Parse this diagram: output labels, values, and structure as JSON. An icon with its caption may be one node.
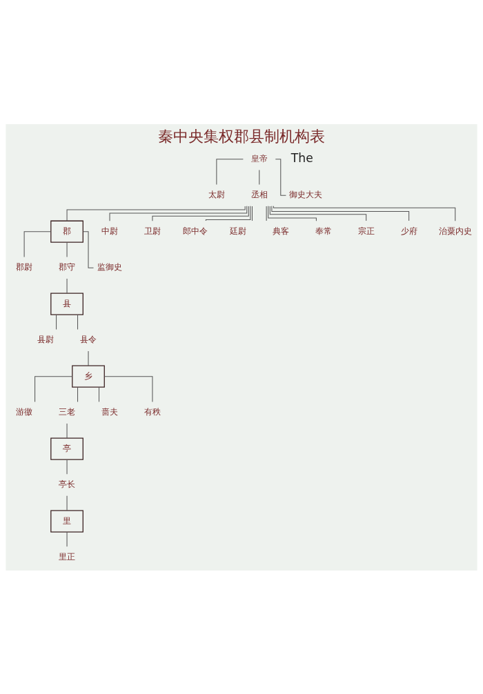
{
  "diagram": {
    "title": "秦中央集权郡县制机构表",
    "nodes": [
      {
        "text": [
          "皇帝"
        ]
      },
      {
        "text": [
          "太尉"
        ]
      },
      {
        "text": [
          "丞相"
        ]
      },
      {
        "text": [
          "御史大夫"
        ]
      },
      {
        "text": [
          "郡"
        ]
      },
      {
        "text": [
          "中尉"
        ]
      },
      {
        "text": [
          "卫尉"
        ]
      },
      {
        "text": [
          "郎中令"
        ]
      },
      {
        "text": [
          "廷尉"
        ]
      },
      {
        "text": [
          "典客"
        ]
      },
      {
        "text": [
          "奉常"
        ]
      },
      {
        "text": [
          "宗正"
        ]
      },
      {
        "text": [
          "少府"
        ]
      },
      {
        "text": [
          "治粟内史"
        ]
      },
      {
        "text": [
          "郡尉"
        ]
      },
      {
        "text": [
          "郡守"
        ]
      },
      {
        "text": [
          "监御史"
        ]
      },
      {
        "text": [
          "县"
        ]
      },
      {
        "text": [
          "县尉"
        ]
      },
      {
        "text": [
          "县令"
        ]
      },
      {
        "text": [
          "乡"
        ]
      },
      {
        "text": [
          "游徼"
        ]
      },
      {
        "text": [
          "三老"
        ]
      },
      {
        "text": [
          "啬夫"
        ]
      },
      {
        "text": [
          "有秩"
        ]
      },
      {
        "text": [
          "亭"
        ]
      },
      {
        "text": [
          "亭长"
        ]
      },
      {
        "text": [
          "里"
        ]
      },
      {
        "text": [
          "里正"
        ]
      }
    ],
    "edges": [
      {
        "from": 0,
        "to": 1,
        "arrow": "none"
      },
      {
        "from": 0,
        "to": 2,
        "arrow": "none"
      },
      {
        "from": 0,
        "to": 3,
        "arrow": "none"
      },
      {
        "from": 2,
        "to": 4,
        "arrow": "none"
      },
      {
        "from": 2,
        "to": 5,
        "arrow": "none"
      },
      {
        "from": 2,
        "to": 6,
        "arrow": "none"
      },
      {
        "from": 2,
        "to": 7,
        "arrow": "none"
      },
      {
        "from": 2,
        "to": 8,
        "arrow": "none"
      },
      {
        "from": 2,
        "to": 9,
        "arrow": "none"
      },
      {
        "from": 2,
        "to": 10,
        "arrow": "none"
      },
      {
        "from": 2,
        "to": 11,
        "arrow": "none"
      },
      {
        "from": 2,
        "to": 12,
        "arrow": "none"
      },
      {
        "from": 2,
        "to": 13,
        "arrow": "none"
      },
      {
        "from": 4,
        "to": 14,
        "arrow": "none"
      },
      {
        "from": 4,
        "to": 15,
        "arrow": "none"
      },
      {
        "from": 4,
        "to": 16,
        "arrow": "none"
      },
      {
        "from": 15,
        "to": 17,
        "arrow": "none"
      },
      {
        "from": 17,
        "to": 18,
        "arrow": "none"
      },
      {
        "from": 17,
        "to": 19,
        "arrow": "none"
      },
      {
        "from": 19,
        "to": 20,
        "arrow": "none"
      },
      {
        "from": 20,
        "to": 21,
        "arrow": "none"
      },
      {
        "from": 20,
        "to": 22,
        "arrow": "none"
      },
      {
        "from": 20,
        "to": 23,
        "arrow": "none"
      },
      {
        "from": 20,
        "to": 24,
        "arrow": "none"
      },
      {
        "from": 22,
        "to": 25,
        "arrow": "none"
      },
      {
        "from": 25,
        "to": 26,
        "arrow": "none"
      },
      {
        "from": 26,
        "to": 27,
        "arrow": "none"
      },
      {
        "from": 27,
        "to": 28,
        "arrow": "none"
      }
    ],
    "labels": [
      "The"
    ]
  }
}
